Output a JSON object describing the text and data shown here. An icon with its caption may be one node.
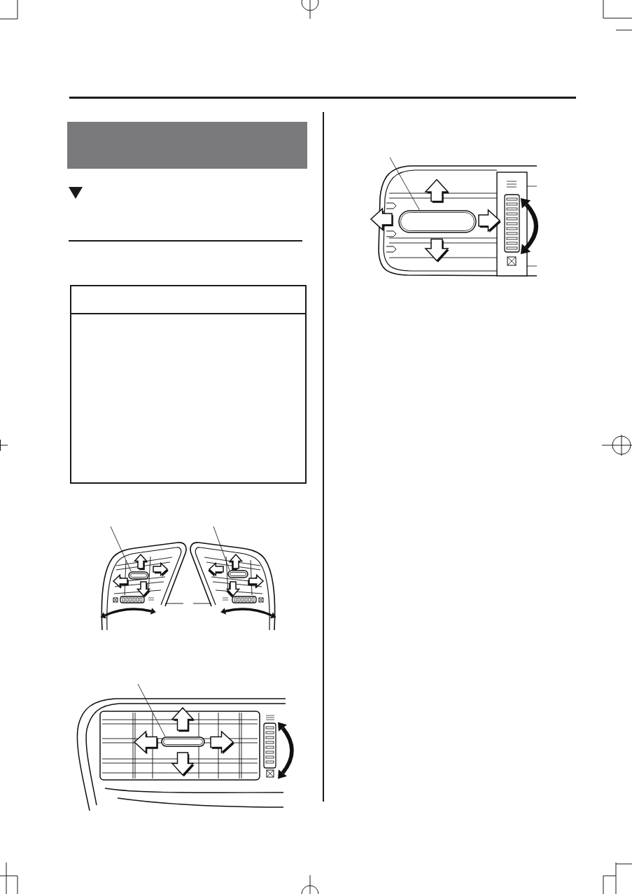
{
  "diagram": {
    "nodes": [
      {
        "text": [],
        "shape": "box"
      },
      {
        "text": [],
        "shape": "box"
      },
      {
        "text": [],
        "shape": "picture"
      },
      {
        "text": [],
        "shape": "picture"
      },
      {
        "text": [],
        "shape": "picture"
      },
      {
        "text": [],
        "shape": "picture"
      }
    ],
    "edges": [
      {
        "from": null,
        "to": 2,
        "arrow": "none"
      },
      {
        "from": null,
        "to": 3,
        "arrow": "none"
      },
      {
        "from": null,
        "to": 4,
        "arrow": "none"
      },
      {
        "from": null,
        "to": 5,
        "arrow": "none"
      }
    ]
  }
}
